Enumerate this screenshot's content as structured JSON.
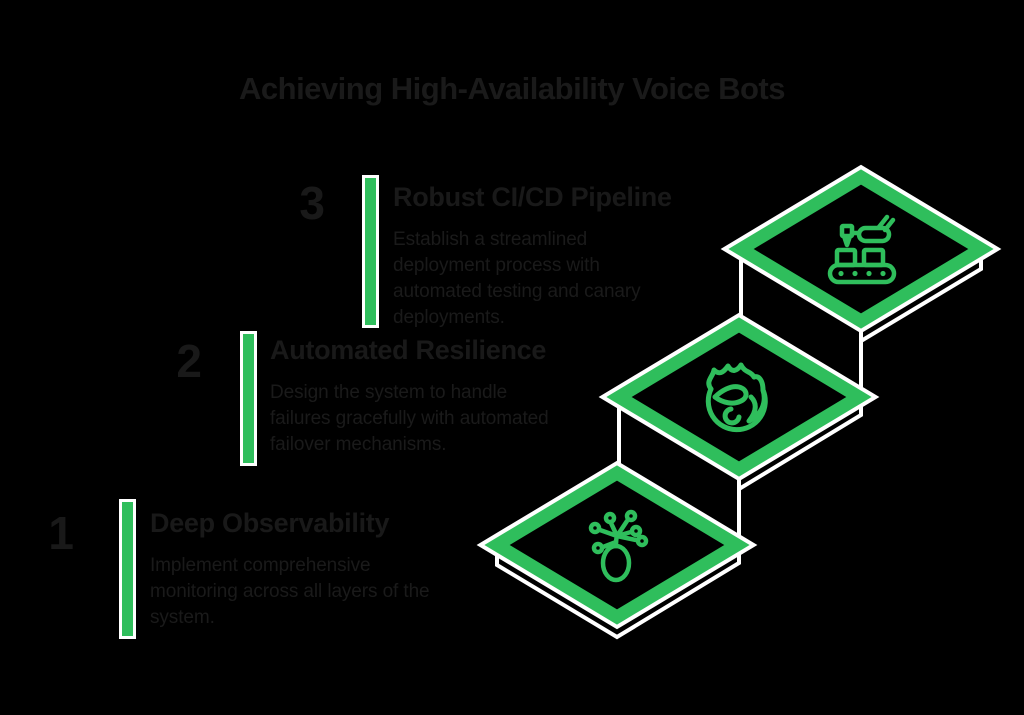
{
  "title": "Achieving High-Availability Voice Bots",
  "steps": [
    {
      "number": "1",
      "heading": "Deep Observability",
      "description_lines": [
        "Implement comprehensive",
        "monitoring across all layers of the",
        "system."
      ],
      "icon": "observability-network-icon"
    },
    {
      "number": "2",
      "heading": "Automated Resilience",
      "description_lines": [
        "Design the system to handle",
        "failures gracefully with automated",
        "failover mechanisms."
      ],
      "icon": "firefox-resilience-icon"
    },
    {
      "number": "3",
      "heading": "Robust CI/CD Pipeline",
      "description_lines": [
        "Establish a streamlined",
        "deployment process with",
        "automated testing and canary",
        "deployments."
      ],
      "icon": "robot-conveyor-icon"
    }
  ],
  "colors": {
    "background": "#000000",
    "accent_green": "#2FBE5C",
    "outline_white": "#FFFFFF",
    "text_dark": "#1A1A1A"
  }
}
